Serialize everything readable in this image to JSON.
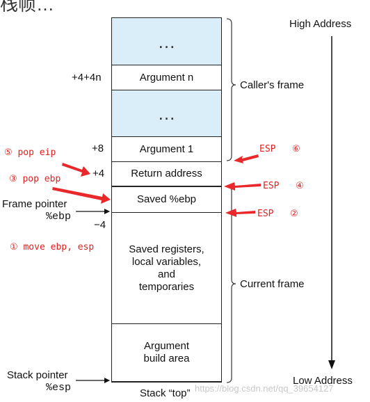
{
  "page_title_fragment": "栈帧…",
  "cells": {
    "top_dots": "…",
    "argument_n": "Argument n",
    "mid_dots": "…",
    "argument_1": "Argument 1",
    "return_address": "Return address",
    "saved_ebp": "Saved %ebp",
    "saved_registers": "Saved registers,\nlocal variables,\nand\ntemporaries",
    "argument_build": "Argument\nbuild area"
  },
  "offsets": {
    "plus_4n": "+4+4n",
    "plus_8": "+8",
    "plus_4": "+4",
    "minus_4": "−4"
  },
  "pointers": {
    "frame_pointer": "Frame pointer",
    "frame_pointer_reg": "%ebp",
    "stack_pointer": "Stack pointer",
    "stack_pointer_reg": "%esp"
  },
  "bottom_label": "Stack “top”",
  "frames": {
    "caller": "Caller's frame",
    "current": "Current frame"
  },
  "address_axis": {
    "high": "High Address",
    "low": "Low Address"
  },
  "annotations": {
    "step1": "① move ebp, esp",
    "step3": "③ pop ebp",
    "step5": "⑤ pop eip",
    "esp_a": "ESP",
    "esp_a_num": "⑥",
    "esp_b": "ESP",
    "esp_b_num": "④",
    "esp_c": "ESP",
    "esp_c_num": "②"
  },
  "watermark": "https://blog.csdn.net/qq_39654127",
  "colors": {
    "fill_dots": "#d9eef9",
    "annotation_red": "#e02020",
    "cell_border": "#222222"
  }
}
